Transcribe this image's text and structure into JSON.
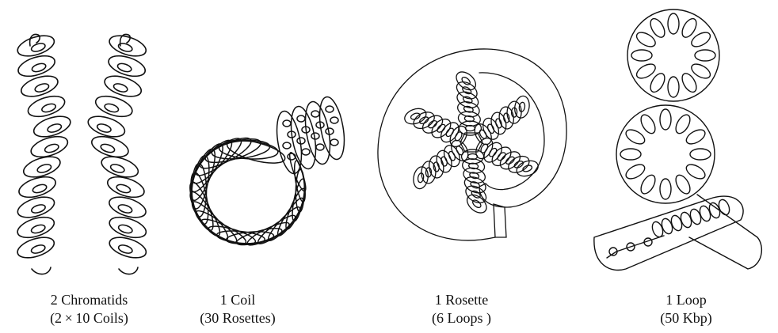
{
  "figure": {
    "panels": [
      {
        "line1": "2 Chromatids",
        "line2": "(2 × 10 Coils)"
      },
      {
        "line1": "1 Coil",
        "line2": "(30 Rosettes)"
      },
      {
        "line1": "1 Rosette",
        "line2": "(6 Loops )"
      },
      {
        "line1": "1 Loop",
        "line2": "(50 Kbp)"
      }
    ],
    "colors": {
      "ink": "#111111",
      "background": "#ffffff"
    }
  }
}
